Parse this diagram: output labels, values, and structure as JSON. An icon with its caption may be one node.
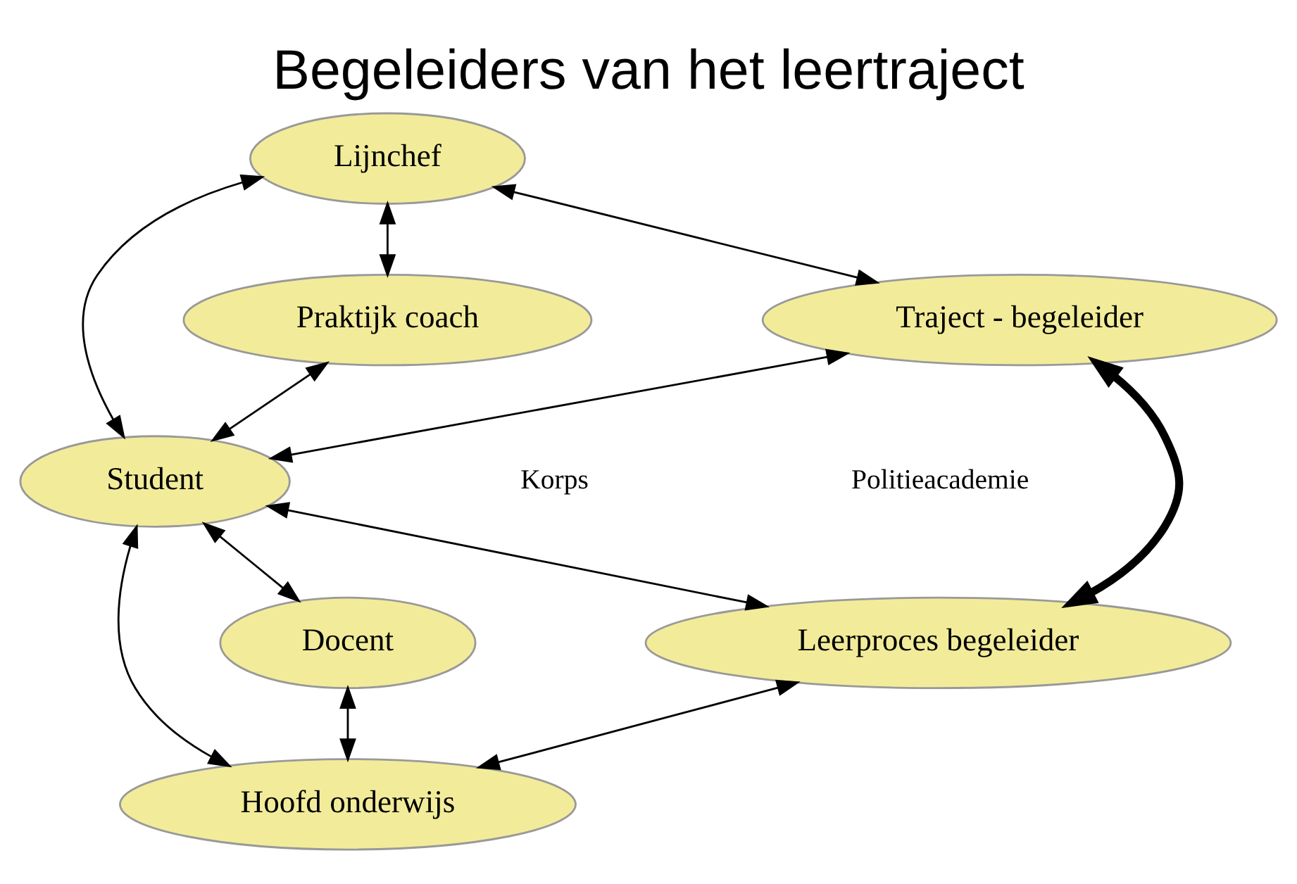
{
  "diagram": {
    "title": "Begeleiders van het leertraject",
    "nodes": [
      {
        "text": [
          "Lijnchef"
        ]
      },
      {
        "text": [
          "Praktijk coach"
        ]
      },
      {
        "text": [
          "Traject - begeleider"
        ]
      },
      {
        "text": [
          "Student"
        ]
      },
      {
        "text": [
          "Docent"
        ]
      },
      {
        "text": [
          "Leerproces begeleider"
        ]
      },
      {
        "text": [
          "Hoofd onderwijs"
        ]
      }
    ],
    "edges": [
      {
        "from": 1,
        "to": 0,
        "arrow": "both"
      },
      {
        "from": 0,
        "to": 2,
        "arrow": "both"
      },
      {
        "from": 0,
        "to": 3,
        "arrow": "both"
      },
      {
        "from": 1,
        "to": 3,
        "arrow": "both"
      },
      {
        "from": 2,
        "to": 3,
        "arrow": "both"
      },
      {
        "from": 2,
        "to": 5,
        "arrow": "both",
        "style": "thick"
      },
      {
        "from": 3,
        "to": 4,
        "arrow": "both"
      },
      {
        "from": 3,
        "to": 5,
        "arrow": "both"
      },
      {
        "from": 3,
        "to": 6,
        "arrow": "both"
      },
      {
        "from": 4,
        "to": 6,
        "arrow": "both"
      },
      {
        "from": 6,
        "to": 5,
        "arrow": "both"
      }
    ],
    "labels": [
      "Korps",
      "Politieacademie"
    ]
  }
}
